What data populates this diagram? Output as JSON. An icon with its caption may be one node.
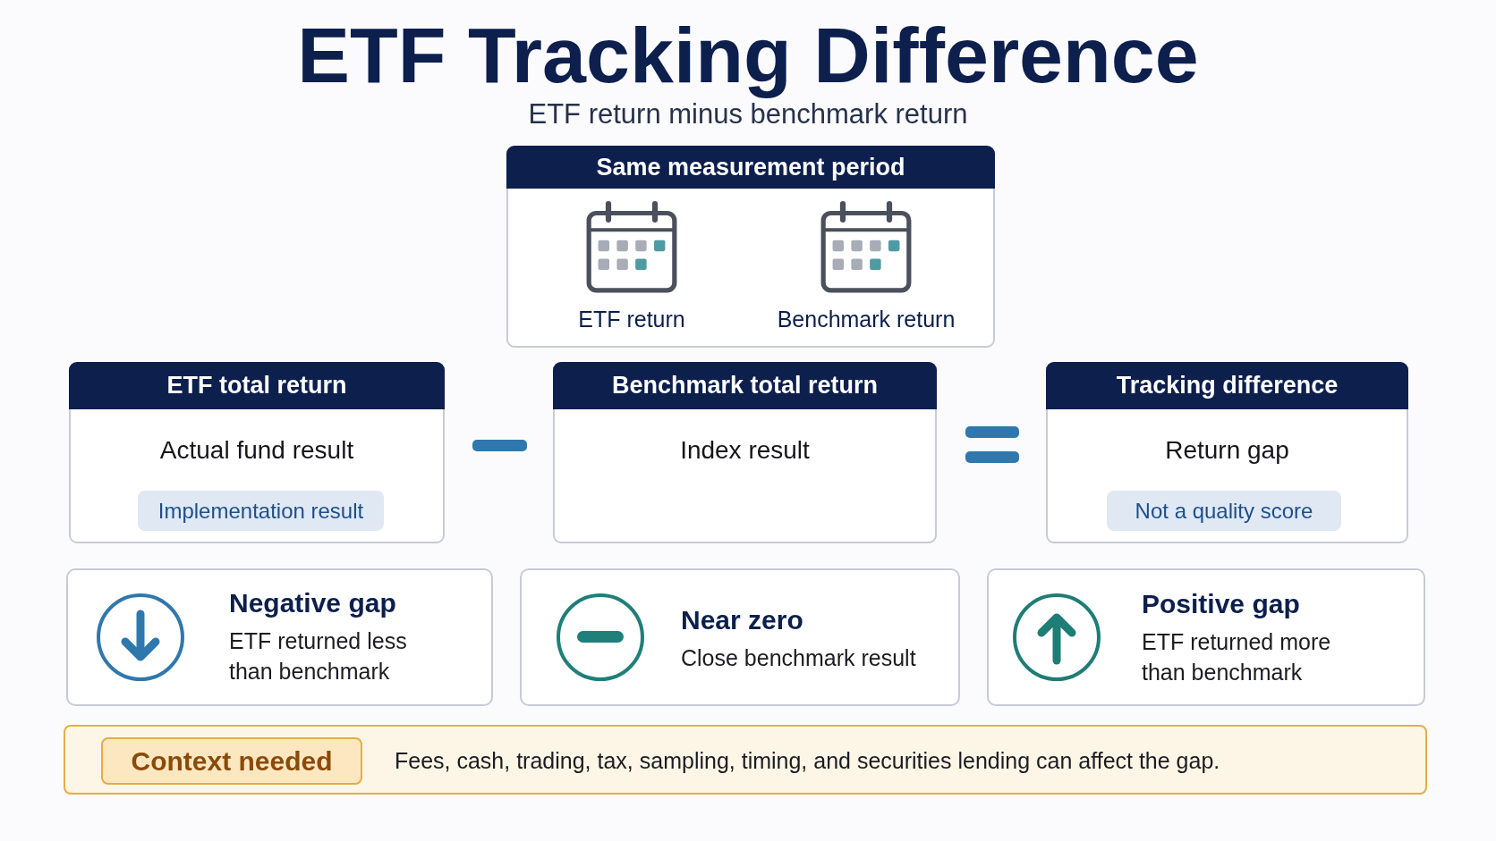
{
  "diagram": {
    "title": "ETF Tracking Difference",
    "nodes": [
      {
        "text": [
          "Same measurement period"
        ]
      },
      {
        "text": [
          "ETF return"
        ],
        "in": 0
      },
      {
        "text": [
          "Benchmark return"
        ],
        "in": 0
      },
      {
        "text": [
          "ETF total return",
          "Actual fund result"
        ]
      },
      {
        "text": [
          "Implementation result"
        ],
        "in": 3
      },
      {
        "text": [
          "Benchmark total return",
          "Index result"
        ]
      },
      {
        "text": [
          "Tracking difference",
          "Return gap"
        ]
      },
      {
        "text": [
          "Not a quality score"
        ],
        "in": 6
      },
      {
        "text": [
          "Negative gap",
          "ETF returned less than benchmark"
        ]
      },
      {
        "text": [
          "Near zero",
          "Close benchmark result"
        ]
      },
      {
        "text": [
          "Positive gap",
          "ETF returned more than benchmark"
        ]
      },
      {
        "text": [
          "Fees, cash, trading, tax, sampling, timing, and securities lending can affect the gap."
        ]
      },
      {
        "text": [
          "Context needed"
        ],
        "in": 11
      }
    ],
    "labels": [
      "ETF return minus benchmark return"
    ]
  }
}
